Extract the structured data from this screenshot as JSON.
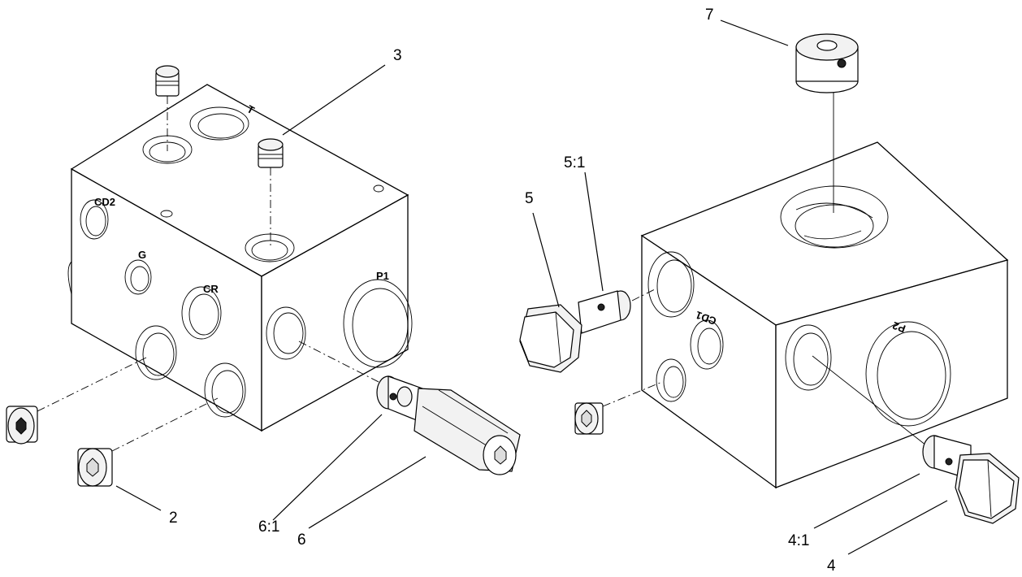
{
  "callouts": {
    "c2": "2",
    "c3": "3",
    "c4": "4",
    "c4_1": "4:1",
    "c5": "5",
    "c5_1": "5:1",
    "c6": "6",
    "c6_1": "6:1",
    "c7": "7"
  },
  "ports": {
    "t": "T",
    "cd2": "CD2",
    "g": "G",
    "cr": "CR",
    "p1": "P1",
    "cd1": "CD1",
    "p2": "P2"
  }
}
